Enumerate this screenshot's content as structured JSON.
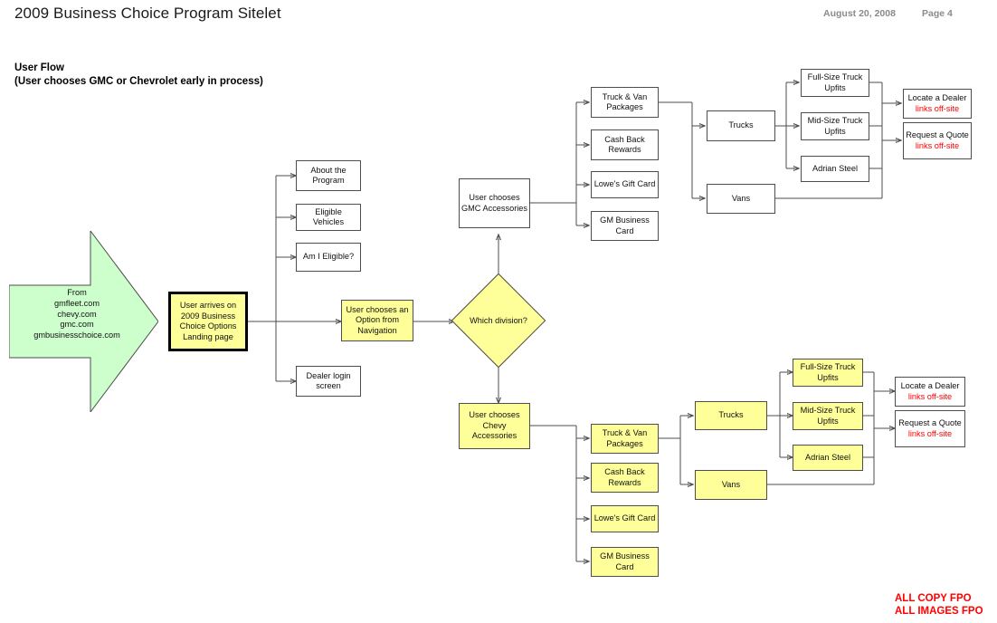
{
  "header": {
    "title": "2009 Business Choice Program Sitelet",
    "date": "August 20, 2008",
    "page": "Page  4"
  },
  "section": {
    "title": "User Flow",
    "subtitle": "(User chooses GMC or Chevrolet early in process)"
  },
  "footer": {
    "line1": "ALL COPY FPO",
    "line2": "ALL IMAGES FPO"
  },
  "colors": {
    "highlight": "#ffff99",
    "entry": "#ccffcc",
    "offsite_text": "#ff0000",
    "border": "#4d4d4d",
    "header_meta": "#8a8a8a"
  },
  "entry": {
    "label": "From\ngmfleet.com\nchevy.com\ngmc.com\ngmbusinesschoice.com",
    "line1": "From",
    "line2": "gmfleet.com",
    "line3": "chevy.com",
    "line4": "gmc.com",
    "line5": "gmbusinesschoice.com"
  },
  "nodes": {
    "landing": "User arrives on 2009 Business Choice Options Landing page",
    "nav_about": "About the Program",
    "nav_eligible_vehicles": "Eligible Vehicles",
    "nav_am_i_eligible": "Am I Eligible?",
    "nav_dealer_login": "Dealer login screen",
    "choose_option": "User chooses an Option from Navigation",
    "decision": "Which division?",
    "gmc_accessories": "User chooses GMC Accessories",
    "chevy_accessories": "User chooses Chevy Accessories"
  },
  "gmc_branch": {
    "offers": [
      "Truck & Van Packages",
      "Cash Back Rewards",
      "Lowe's Gift Card",
      "GM Business Card"
    ],
    "vehicle_types": [
      "Trucks",
      "Vans"
    ],
    "upfits": [
      "Full-Size Truck Upfits",
      "Mid-Size Truck Upfits",
      "Adrian Steel"
    ],
    "actions": [
      {
        "label": "Locate a Dealer",
        "note": "links off-site"
      },
      {
        "label": "Request a Quote",
        "note": "links off-site"
      }
    ]
  },
  "chevy_branch": {
    "offers": [
      "Truck & Van Packages",
      "Cash Back Rewards",
      "Lowe's Gift Card",
      "GM Business Card"
    ],
    "vehicle_types": [
      "Trucks",
      "Vans"
    ],
    "upfits": [
      "Full-Size Truck Upfits",
      "Mid-Size Truck Upfits",
      "Adrian Steel"
    ],
    "actions": [
      {
        "label": "Locate a Dealer",
        "note": "links off-site"
      },
      {
        "label": "Request a Quote",
        "note": "links off-site"
      }
    ]
  }
}
